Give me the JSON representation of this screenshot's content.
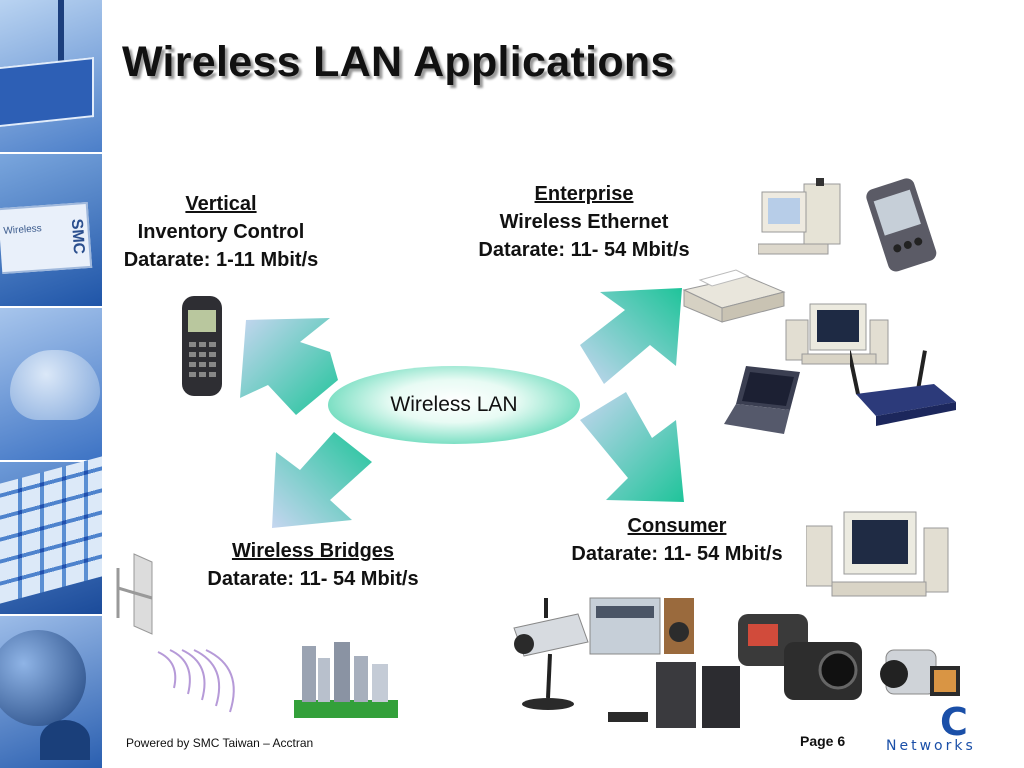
{
  "slide": {
    "title": "Wireless LAN Applications",
    "page": "Page 6",
    "footer": "Powered by SMC Taiwan – Acctran",
    "logo": {
      "mark": "C",
      "sub": "Networks"
    }
  },
  "sidebar": {
    "card_text": "Wireless",
    "card_brand": "SMC"
  },
  "hub": {
    "label": "Wireless LAN"
  },
  "segments": {
    "vertical": {
      "heading": "Vertical",
      "line2": "Inventory Control",
      "line3": "Datarate: 1-11 Mbit/s"
    },
    "enterprise": {
      "heading": "Enterprise",
      "line2": "Wireless Ethernet",
      "line3": "Datarate: 11- 54 Mbit/s"
    },
    "bridges": {
      "heading": "Wireless Bridges",
      "line2": "Datarate: 11- 54 Mbit/s"
    },
    "consumer": {
      "heading": "Consumer",
      "line2": "Datarate: 11- 54 Mbit/s"
    }
  },
  "colors": {
    "arrow_green": "#1fc49a",
    "arrow_blue": "#a9c2ea",
    "brand_blue": "#1a4fa8"
  },
  "icons": [
    "mobile-terminal-icon",
    "desktop-pc-icon",
    "pda-icon",
    "printer-icon",
    "laptop-icon",
    "access-point-icon",
    "dish-antenna-icon",
    "city-buildings-icon",
    "network-camera-icon",
    "stereo-icon",
    "digital-camera-icon",
    "camcorder-icon",
    "speakers-icon"
  ]
}
